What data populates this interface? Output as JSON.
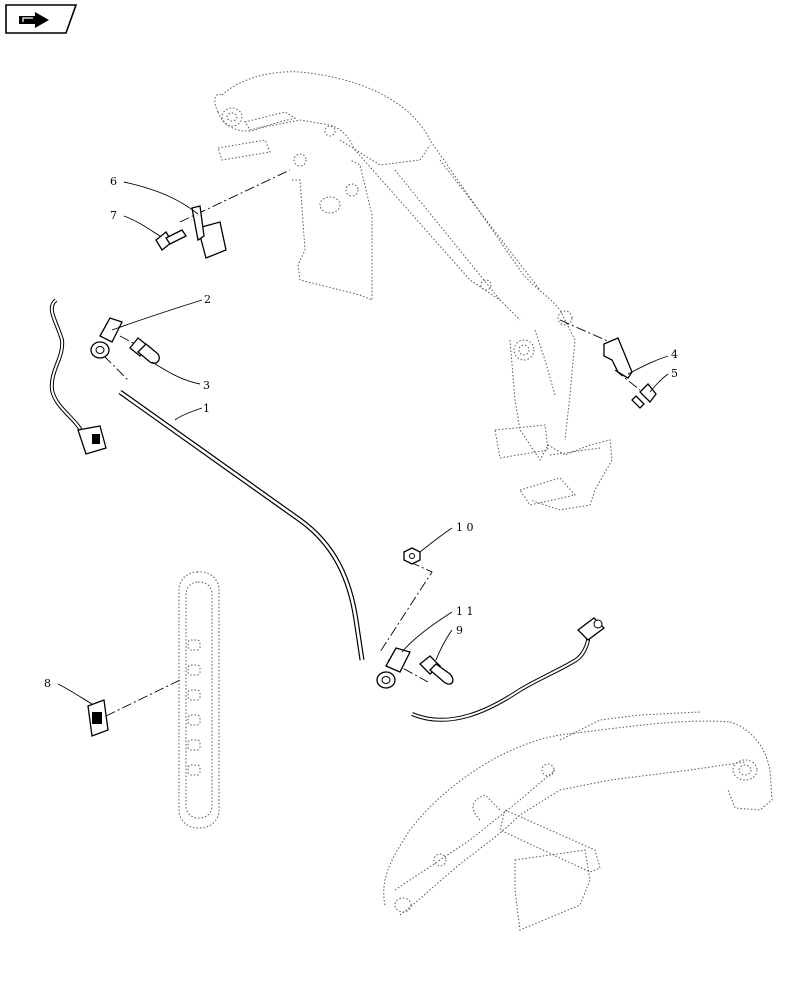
{
  "navigation": {
    "icon": "next-page-arrow-icon"
  },
  "callouts": [
    {
      "id": "1",
      "label": "1"
    },
    {
      "id": "2",
      "label": "2"
    },
    {
      "id": "3",
      "label": "3"
    },
    {
      "id": "4",
      "label": "4"
    },
    {
      "id": "5",
      "label": "5"
    },
    {
      "id": "6",
      "label": "6"
    },
    {
      "id": "7",
      "label": "7"
    },
    {
      "id": "8",
      "label": "8"
    },
    {
      "id": "9",
      "label": "9"
    },
    {
      "id": "10",
      "label": "1 0"
    },
    {
      "id": "11",
      "label": "1 1"
    }
  ]
}
